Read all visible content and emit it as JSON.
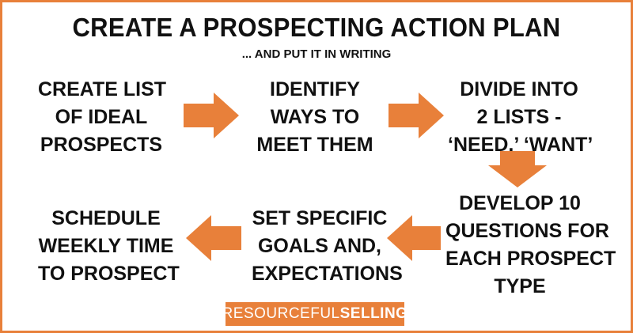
{
  "title": "CREATE A PROSPECTING ACTION PLAN",
  "subtitle": "... AND PUT IT IN WRITING",
  "steps": [
    {
      "lines": [
        "CREATE LIST",
        "OF IDEAL",
        "PROSPECTS"
      ]
    },
    {
      "lines": [
        "IDENTIFY",
        "WAYS TO",
        "MEET THEM"
      ]
    },
    {
      "lines": [
        "DIVIDE INTO",
        "2 LISTS -",
        "‘NEED,’ ‘WANT’"
      ]
    },
    {
      "lines": [
        "DEVELOP 10",
        "QUESTIONS FOR",
        "EACH PROSPECT",
        "TYPE"
      ]
    },
    {
      "lines": [
        "SET SPECIFIC",
        "GOALS AND,",
        "EXPECTATIONS"
      ]
    },
    {
      "lines": [
        "SCHEDULE",
        "WEEKLY TIME",
        "TO PROSPECT"
      ]
    }
  ],
  "arrows": [
    "right-arrow",
    "right-arrow",
    "down-arrow",
    "left-arrow",
    "left-arrow"
  ],
  "logo": {
    "part1": "RESOURCEFUL",
    "part2": "SELLING"
  },
  "colors": {
    "accent": "#e8803a",
    "text": "#111111",
    "background": "#ffffff"
  }
}
